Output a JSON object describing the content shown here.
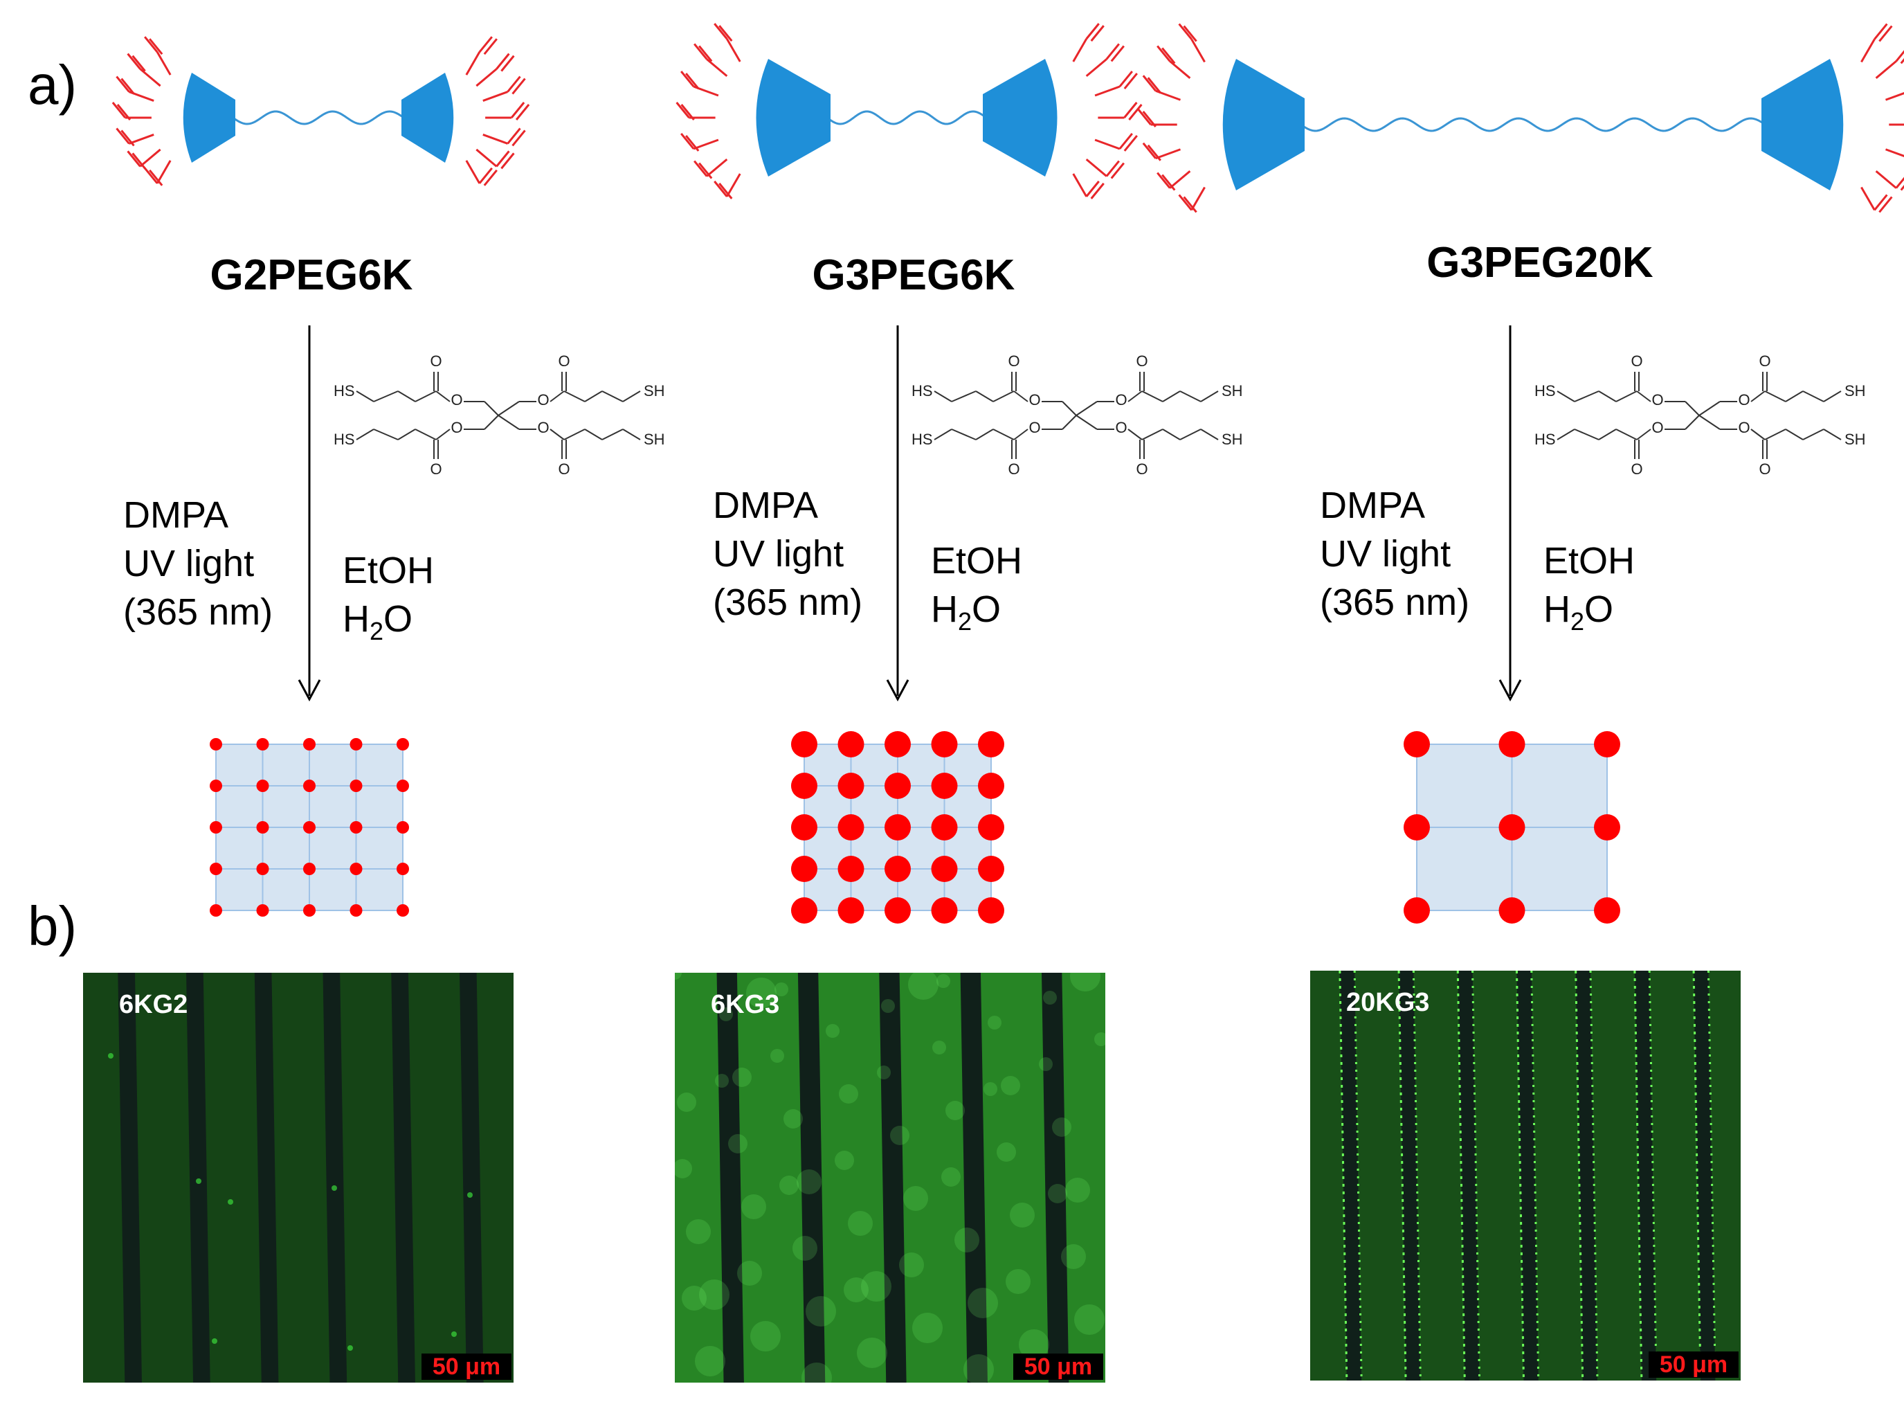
{
  "panels": {
    "a": "a)",
    "b": "b)"
  },
  "conditions": {
    "catalyst": "DMPA",
    "light_line1": "UV light",
    "light_line2": "(365 nm)",
    "solvent1": "EtOH",
    "solvent2_main": "H",
    "solvent2_sub": "2",
    "solvent2_end": "O"
  },
  "crosslinker": {
    "thiol_label": "HS",
    "thiol_label_right": "SH",
    "carbonyl_o": "O",
    "ester_o": "O"
  },
  "colors": {
    "dendron": "#1f8fd8",
    "polymer_chain": "#3a95d4",
    "alkene_groups": "#e8262a",
    "network_fill": "#d6e4f2",
    "network_lines": "#9fc2e6",
    "crosslink_node": "#ff0000",
    "micro_stripe": "#3fe03a",
    "micro_gap": "#10201a",
    "scale_bar_text": "#ff1a1a"
  },
  "columns": [
    {
      "compound": "G2PEG6K",
      "micrograph": {
        "label": "6KG2",
        "scale": "50 μm",
        "stripes": 6,
        "brightness": 0.35,
        "texture": "faint"
      },
      "network": {
        "grid": 5,
        "node_size": "small"
      }
    },
    {
      "compound": "G3PEG6K",
      "micrograph": {
        "label": "6KG3",
        "scale": "50 μm",
        "stripes": 5,
        "brightness": 0.9,
        "texture": "mottled"
      },
      "network": {
        "grid": 5,
        "node_size": "large"
      }
    },
    {
      "compound": "G3PEG20K",
      "micrograph": {
        "label": "20KG3",
        "scale": "50 μm",
        "stripes": 7,
        "brightness": 0.45,
        "texture": "edges"
      },
      "network": {
        "grid": 3,
        "node_size": "large"
      }
    }
  ]
}
